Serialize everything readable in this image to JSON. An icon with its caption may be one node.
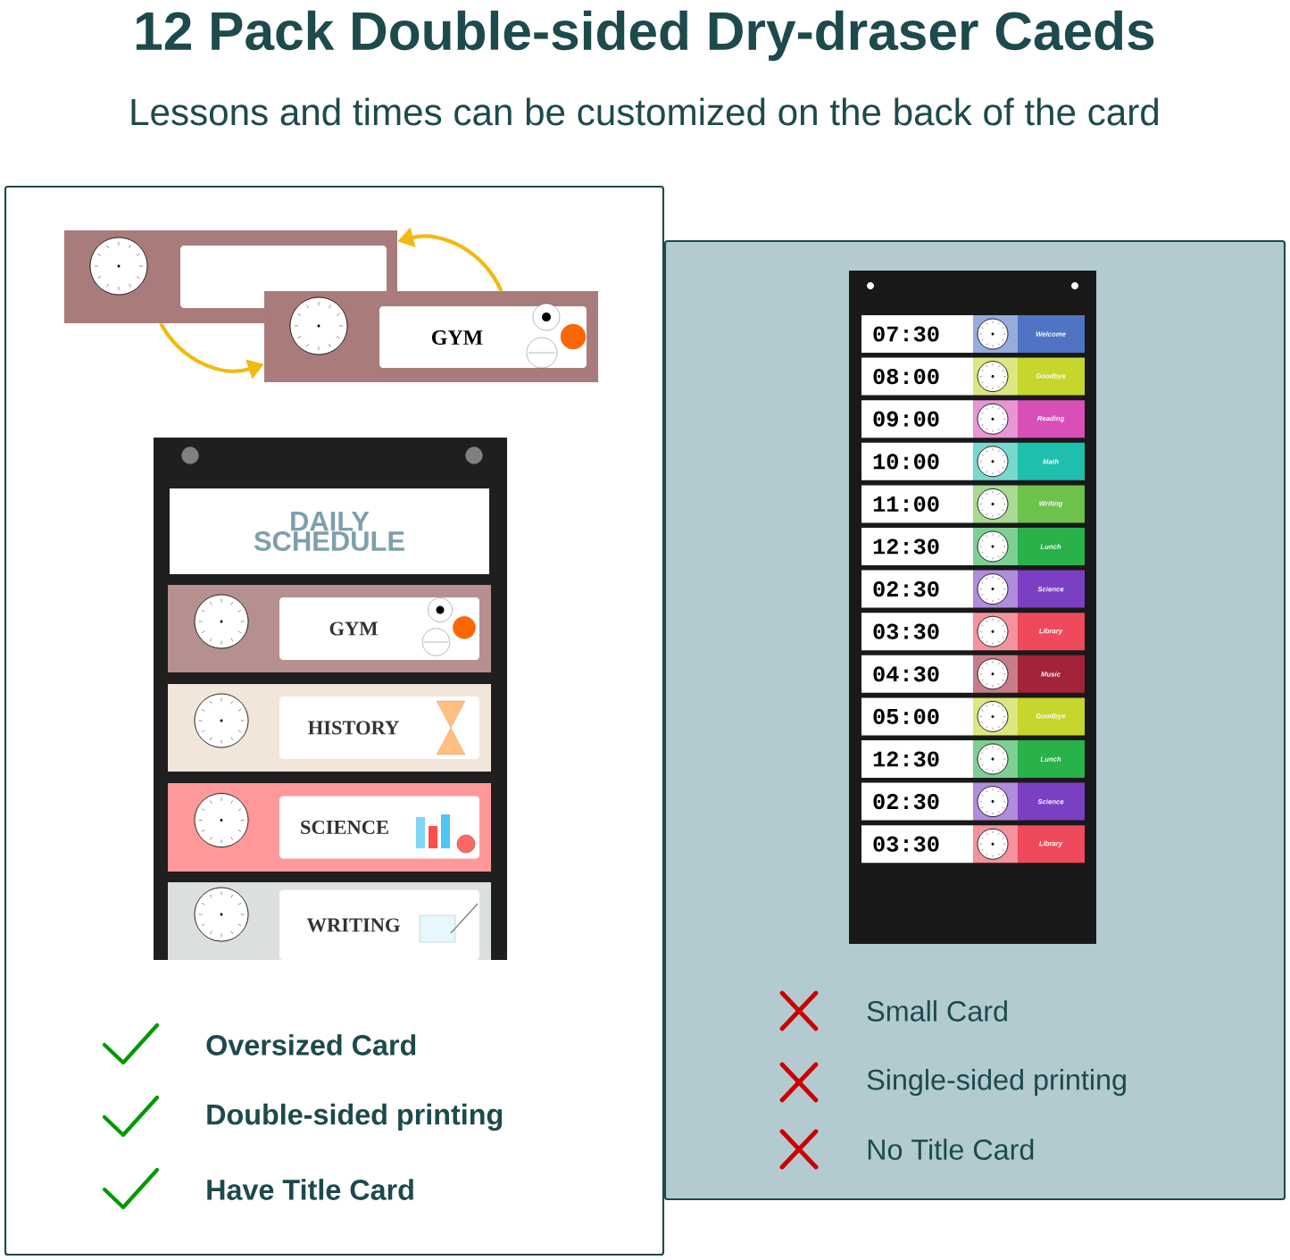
{
  "diagram": {
    "title": "12 Pack Double-sided Dry-draser Caeds",
    "nodes": [
      {
        "text": [],
        "shape": "box"
      },
      {
        "text": [
          "GYM"
        ]
      }
    ],
    "edges": [
      {
        "from": 0,
        "to": 1,
        "arrow": "to"
      },
      {
        "from": 1,
        "to": 0,
        "arrow": "to"
      }
    ],
    "labels": [
      "Lessons and times can be customized on the back of the card",
      "DAILY SCHEDULE",
      "GYM",
      "HISTORY",
      "SCIENCE",
      "WRITING",
      "Oversized Card",
      "Double-sided printing",
      "Have Title Card",
      "07:30",
      "Welcome",
      "08:00",
      "Goodbye",
      "09:00",
      "Reading",
      "10:00",
      "Math",
      "11:00",
      "Writing",
      "12:30",
      "Lunch",
      "02:30",
      "Science",
      "03:30",
      "Library",
      "04:30",
      "Music",
      "05:00",
      "Goodbye",
      "12:30",
      "Lunch",
      "02:30",
      "Science",
      "03:30",
      "Library",
      "Small Card",
      "Single-sided printing",
      "No Title Card"
    ]
  }
}
